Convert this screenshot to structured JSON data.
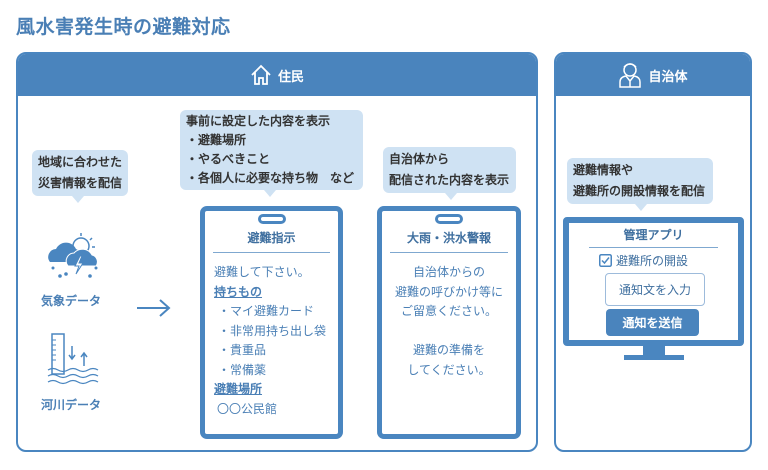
{
  "title": "風水害発生時の避難対応",
  "residents": {
    "header": "住民",
    "callout_left": [
      "地域に合わせた",
      "災害情報を配信"
    ],
    "callout_mid": [
      "事前に設定した内容を表示",
      "・避難場所",
      "・やるべきこと",
      "・各個人に必要な持ち物　など"
    ],
    "callout_right": [
      "自治体から",
      "配信された内容を表示"
    ],
    "weather_label": "気象データ",
    "river_label": "河川データ",
    "phone1": {
      "title": "避難指示",
      "lines": [
        "避難して下さい。"
      ],
      "items_heading": "持ちもの",
      "items": [
        "・マイ避難カード",
        "・非常用持ち出し袋",
        "・貴重品",
        "・常備薬"
      ],
      "place_heading": "避難場所",
      "place": "〇〇公民館"
    },
    "phone2": {
      "title": "大雨・洪水警報",
      "lines": [
        "自治体からの",
        "避難の呼びかけ等に",
        "ご留意ください。",
        "",
        "避難の準備を",
        "してください。"
      ]
    }
  },
  "municipality": {
    "header": "自治体",
    "callout": [
      "避難情報や",
      "避難所の開設情報を配信"
    ],
    "app": {
      "title": "管理アプリ",
      "checkbox_label": "避難所の開設",
      "checked": true,
      "input_placeholder": "通知文を入力",
      "send_button": "通知を送信"
    }
  },
  "colors": {
    "accent": "#4a86c0",
    "callout": "#cfe2f3"
  }
}
